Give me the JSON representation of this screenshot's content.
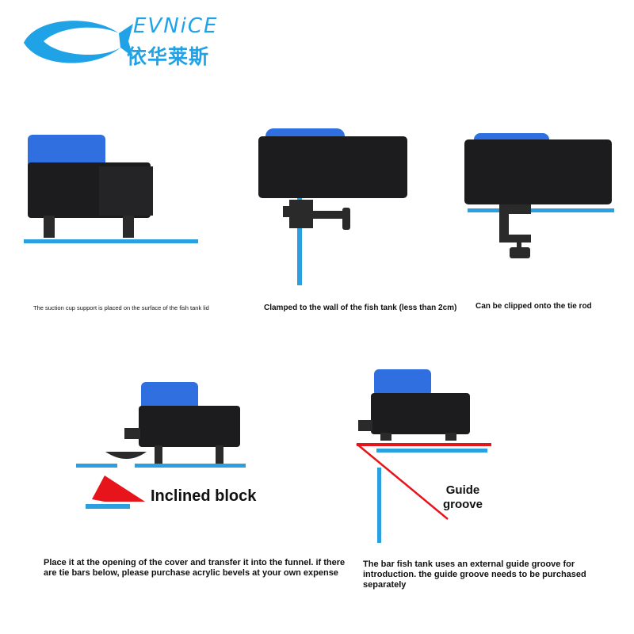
{
  "brand": {
    "name_en": "EVNiCE",
    "name_cn": "依华莱斯",
    "color": "#1fa3e6"
  },
  "colors": {
    "device_body": "#1c1c1e",
    "hopper_blue": "#2f6fe0",
    "surface_blue": "#2aa0e0",
    "incline_red": "#e8141c"
  },
  "captions": {
    "suction": "The suction cup support is placed on the surface of the fish tank lid",
    "clamp_wall": "Clamped to the wall of the fish tank (less than 2cm)",
    "tie_rod": "Can be clipped onto the tie rod",
    "cover_opening": "Place it at the opening of the cover and transfer it into the funnel. if there are tie bars below, please purchase acrylic bevels at your own expense",
    "guide_groove_note": "The bar fish tank uses an external guide groove for introduction. the guide groove needs to be purchased separately"
  },
  "labels": {
    "inclined_block": "Inclined block",
    "guide_groove": "Guide groove"
  }
}
